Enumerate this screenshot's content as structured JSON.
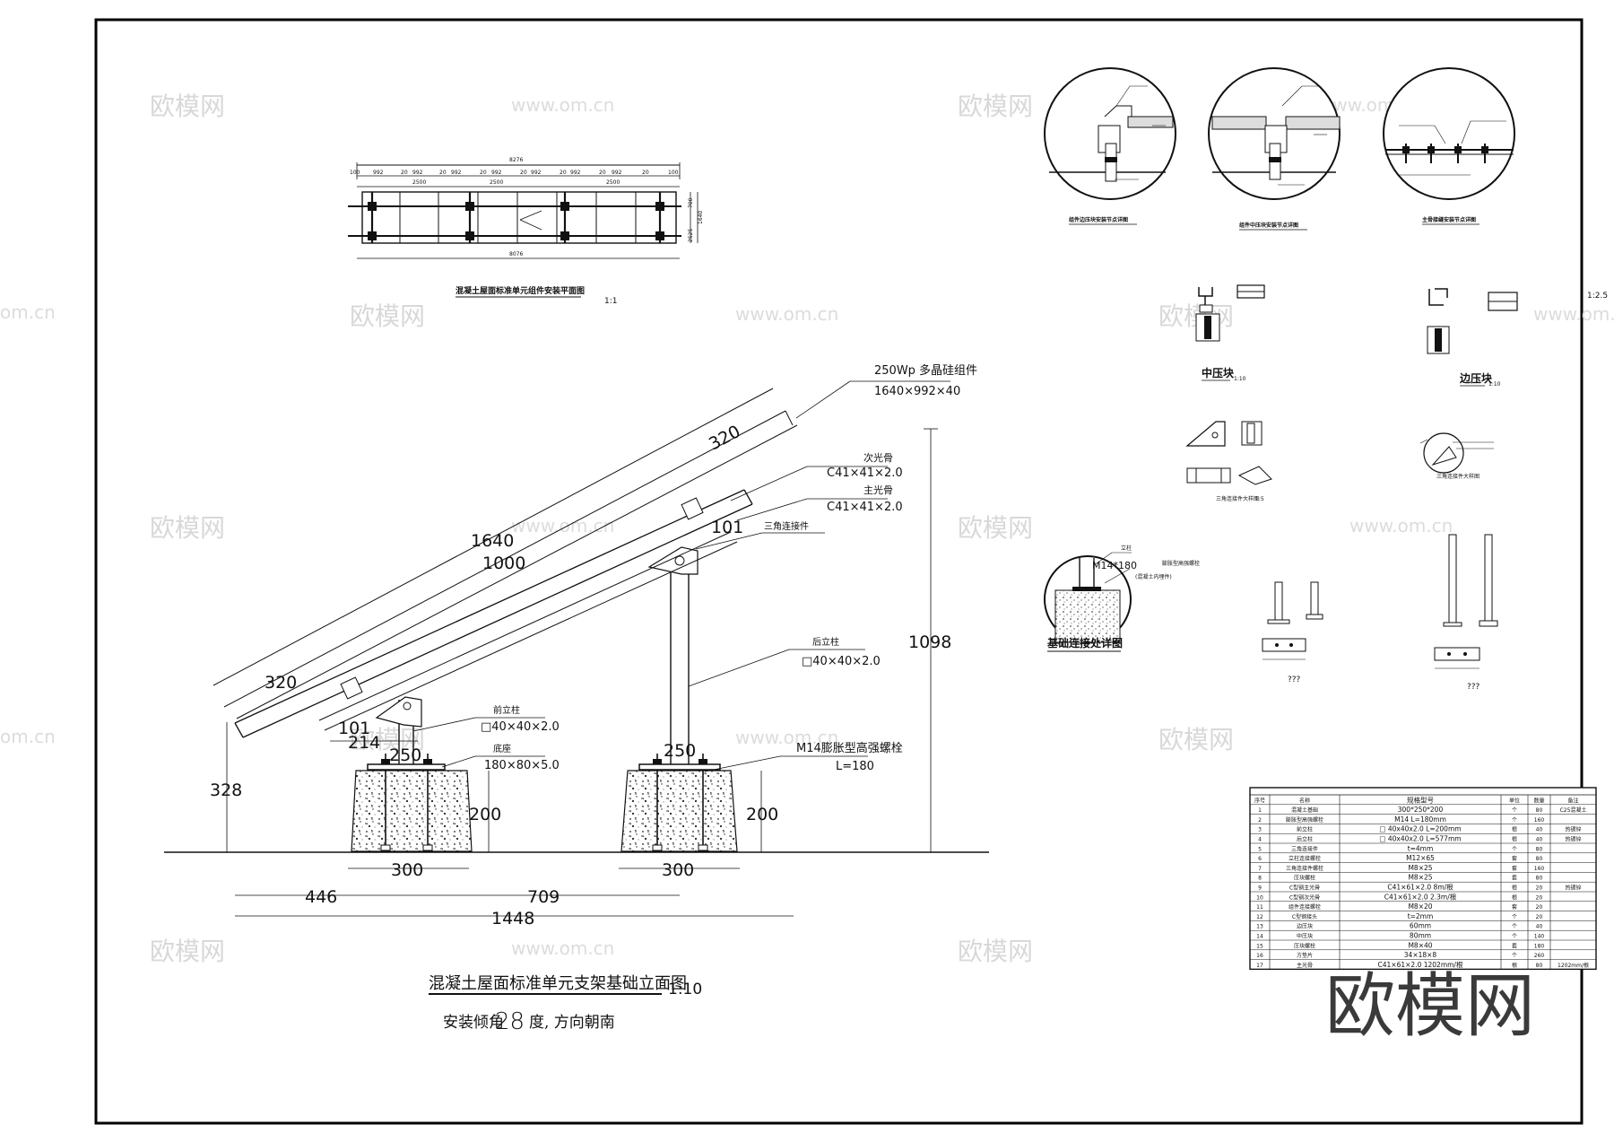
{
  "watermarks": {
    "brand": "欧模网",
    "site": "www.om.cn",
    "corner": "欧模网",
    "edge_left": "om.cn",
    "edge_right": "1:2.5"
  },
  "plan_view": {
    "overall_top": "8276",
    "overall_bottom": "8076",
    "seg_a": "100",
    "seg_b": "992",
    "seg_c": "20",
    "span_1": "2500",
    "span_2": "2500",
    "span_3": "2500",
    "side_1": "1640",
    "side_2": "2525",
    "side_3": "700",
    "title": "混凝土屋面标准单元组件安装平面图",
    "scale": "1:1"
  },
  "elevation": {
    "panel_label": "250Wp 多晶硅组件",
    "panel_size": "1640×992×40",
    "secondary_beam_label": "次光骨",
    "secondary_beam_size": "C41×41×2.0",
    "main_beam_label": "主光骨",
    "main_beam_size": "C41×41×2.0",
    "triangle_label": "三角连接件",
    "rear_post_label": "后立柱",
    "rear_post_size": "□40×40×2.0",
    "front_post_label": "前立柱",
    "front_post_size": "□40×40×2.0",
    "base_plate_label": "底座",
    "base_plate_size": "180×80×5.0",
    "bolt_label": "M14膨胀型高强螺栓",
    "bolt_length": "L=180",
    "dims": {
      "d320_top": "320",
      "d1640": "1640",
      "d1000": "1000",
      "d320_bottom": "320",
      "d101_top": "101",
      "d101_bottom": "101",
      "d214": "214",
      "d250_left": "250",
      "d250_right": "250",
      "d1098": "1098",
      "d328": "328",
      "d200_left": "200",
      "d200_right": "200",
      "d300_left": "300",
      "d300_right": "300",
      "d446": "446",
      "d709": "709",
      "d1448": "1448"
    },
    "title": "混凝土屋面标准单元支架基础立面图",
    "scale": "1:10",
    "subtitle_prefix": "安装倾角",
    "subtitle_angle": "28",
    "subtitle_suffix": "度, 方向朝南"
  },
  "details": {
    "circle_1_title": "组件边压块安装节点详图",
    "circle_2_title": "组件中压块安装节点详图",
    "circle_3_title": "主骨接缝安装节点详图",
    "mid_clamp_title": "中压块",
    "mid_clamp_scale": "1:10",
    "edge_clamp_title": "边压块",
    "edge_clamp_scale": "1:10",
    "triangle_title": "三角连接件大样图",
    "triangle_scale": "1:5",
    "foundation_title": "基础连接处详图",
    "foundation_post": "立柱",
    "foundation_bolt": "M14*180",
    "foundation_bolt_note": "膨胀型高强螺栓",
    "foundation_note2": "(混凝土内埋件)",
    "front_post_caption": "???",
    "rear_post_caption": "???"
  },
  "bom": {
    "headers": [
      "序号",
      "名称",
      "规格型号",
      "单位",
      "数量",
      "备注"
    ],
    "rows": [
      [
        "1",
        "混凝土基础",
        "300*250*200",
        "个",
        "80",
        "C25混凝土"
      ],
      [
        "2",
        "膨胀型高强螺栓",
        "M14 L=180mm",
        "个",
        "160",
        ""
      ],
      [
        "3",
        "前立柱",
        "□ 40x40x2.0 L=200mm",
        "根",
        "40",
        "热镀锌"
      ],
      [
        "4",
        "后立柱",
        "□ 40x40x2.0 L=577mm",
        "根",
        "40",
        "热镀锌"
      ],
      [
        "5",
        "三角连接件",
        "t=4mm",
        "个",
        "80",
        ""
      ],
      [
        "6",
        "立柱连接螺栓",
        "M12×65",
        "套",
        "80",
        ""
      ],
      [
        "7",
        "三角连接件螺栓",
        "M8×25",
        "套",
        "160",
        ""
      ],
      [
        "8",
        "压块螺栓",
        "M8×25",
        "套",
        "80",
        ""
      ],
      [
        "9",
        "C型钢主光骨",
        "C41×61×2.0 8m/根",
        "根",
        "20",
        "热镀锌"
      ],
      [
        "10",
        "C型钢次光骨",
        "C41×61×2.0 2.3m/根",
        "根",
        "20",
        ""
      ],
      [
        "11",
        "组件连接螺栓",
        "M8×20",
        "套",
        "20",
        ""
      ],
      [
        "12",
        "C型钢接头",
        "t=2mm",
        "个",
        "20",
        ""
      ],
      [
        "13",
        "边压块",
        "60mm",
        "个",
        "40",
        ""
      ],
      [
        "14",
        "中压块",
        "80mm",
        "个",
        "140",
        ""
      ],
      [
        "15",
        "压块螺栓",
        "M8×40",
        "套",
        "180",
        ""
      ],
      [
        "16",
        "方垫片",
        "34×18×8",
        "个",
        "260",
        ""
      ],
      [
        "17",
        "主光骨",
        "C41×61×2.0   1202mm/根",
        "根",
        "80",
        "1202mm/根"
      ]
    ]
  }
}
